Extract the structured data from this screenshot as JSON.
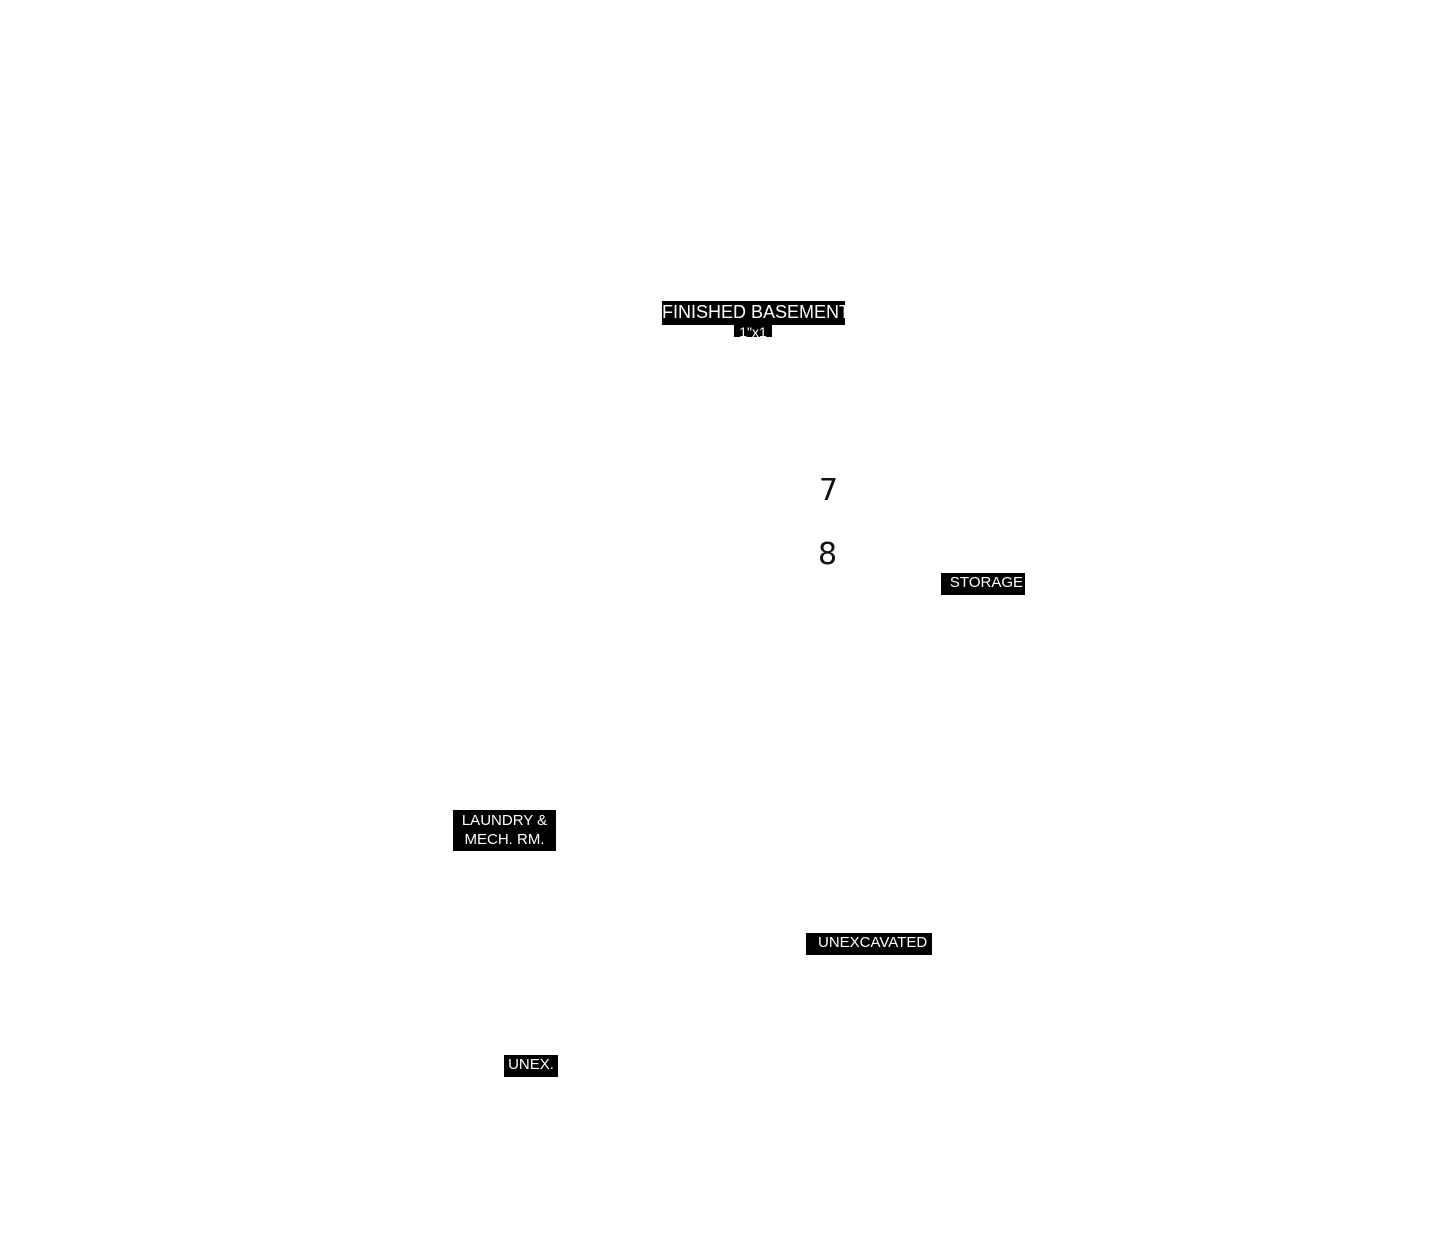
{
  "floor_plan": {
    "rooms": {
      "finished_basement": {
        "name": "FINISHED BASEMENT",
        "dimension": "1\"x1"
      },
      "storage": {
        "name": "STORAGE"
      },
      "laundry": {
        "line1": "LAUNDRY &",
        "line2": "MECH. RM."
      },
      "unexcavated": {
        "name": "UNEXCAVATED"
      },
      "unex": {
        "name": "UNEX."
      }
    },
    "markers": {
      "seven": "7",
      "eight": "8"
    },
    "colors": {
      "background": "#ffffff",
      "label_background": "#000000",
      "label_text": "#ffffff",
      "marker_text": "#111111"
    }
  }
}
